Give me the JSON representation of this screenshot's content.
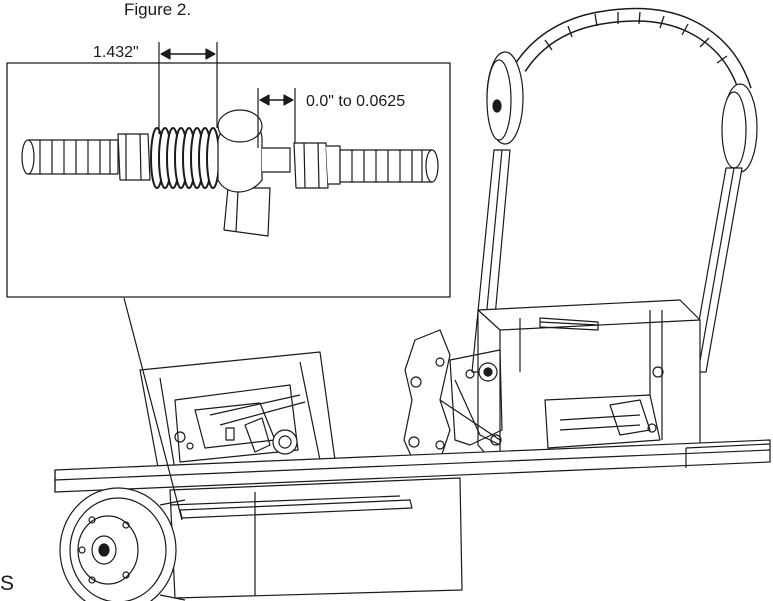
{
  "figure": {
    "title": "Figure 2.",
    "dimension_bellows_length": "1.432\"",
    "dimension_gap": "0.0\" to 0.0625",
    "edge_letter": "S"
  },
  "colors": {
    "line": "#1a1a1a",
    "background": "#ffffff",
    "shade": "#4a4a4a"
  }
}
